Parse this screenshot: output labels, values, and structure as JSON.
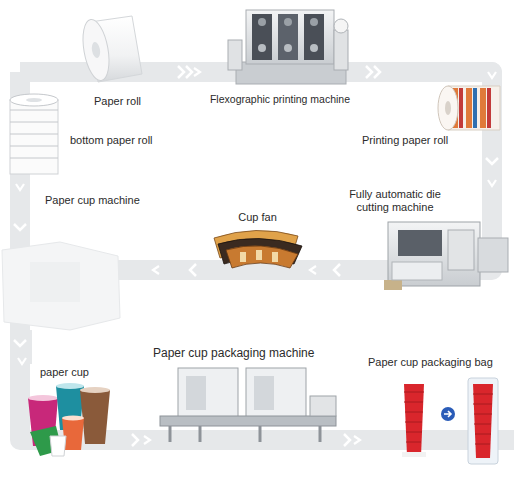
{
  "diagram": {
    "nodes": [
      {
        "text": [
          "Paper roll"
        ]
      },
      {
        "text": [
          "Flexographic printing machine"
        ]
      },
      {
        "text": [
          "bottom paper roll"
        ]
      },
      {
        "text": [
          "Printing paper roll"
        ]
      },
      {
        "text": [
          "Paper cup machine"
        ]
      },
      {
        "text": [
          "Fully automatic die cutting machine"
        ]
      },
      {
        "text": [
          "Cup fan"
        ]
      },
      {
        "text": [
          "paper cup"
        ]
      },
      {
        "text": [
          "Paper cup packaging machine"
        ]
      },
      {
        "text": [
          "Paper cup packaging bag"
        ]
      }
    ],
    "edges": [
      {
        "from": 0,
        "to": 1,
        "arrow": "to"
      },
      {
        "from": 1,
        "to": 3,
        "arrow": "to"
      },
      {
        "from": 3,
        "to": 5,
        "arrow": "to"
      },
      {
        "from": 5,
        "to": 6,
        "arrow": "to"
      },
      {
        "from": 6,
        "to": 4,
        "arrow": "to"
      },
      {
        "from": 2,
        "to": 4,
        "arrow": "to"
      },
      {
        "from": 4,
        "to": 7,
        "arrow": "to"
      },
      {
        "from": 7,
        "to": 8,
        "arrow": "to"
      },
      {
        "from": 8,
        "to": 9,
        "arrow": "to"
      }
    ]
  }
}
